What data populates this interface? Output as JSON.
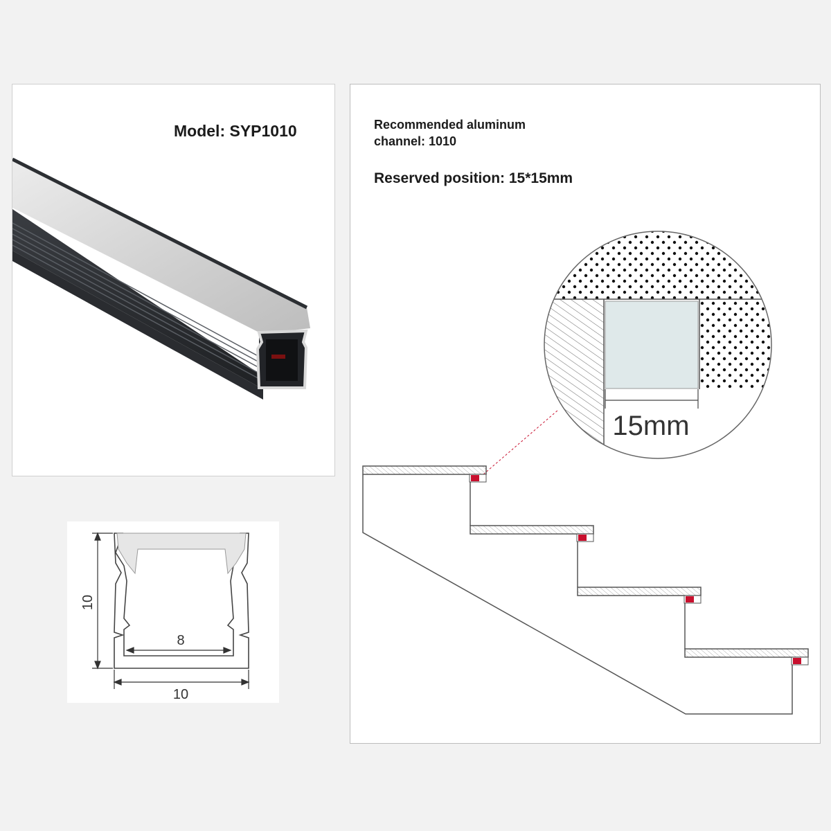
{
  "product": {
    "model_label": "Model: SYP1010"
  },
  "profile": {
    "height_dim": "10",
    "inner_width_dim": "8",
    "outer_width_dim": "10"
  },
  "installation": {
    "channel_line_1": "Recommended aluminum",
    "channel_line_2": "channel: 1010",
    "reserved_label": "Reserved position: 15*15mm",
    "detail_dim": "15mm"
  },
  "colors": {
    "channel_body": "#2c2f33",
    "diffuser": "#d6d6d6",
    "led_marker": "#c8102e",
    "line": "#555555"
  }
}
